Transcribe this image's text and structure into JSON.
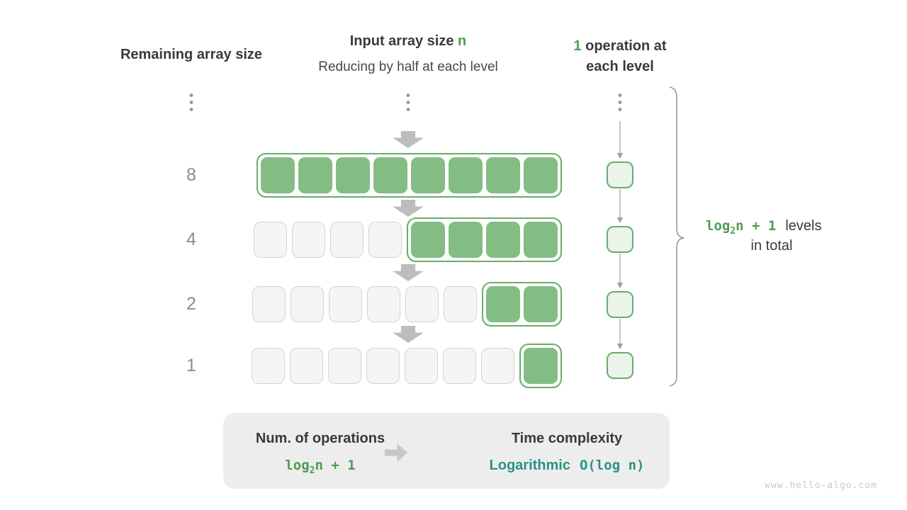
{
  "colors": {
    "green_text": "#4e9b52",
    "green_cell_fill": "#84bd84",
    "green_border": "#68ac6c",
    "green_box_fill": "#eaf4ea",
    "teal_text": "#2a9286",
    "gray_cell_fill": "#f5f5f5",
    "summary_bg": "#ededed"
  },
  "headers": {
    "left_title": "Remaining array size",
    "center_title_prefix": "Input array size ",
    "center_title_n": "n",
    "center_subtitle": "Reducing by half at each level",
    "right_title_num": "1",
    "right_title_line1_rest": " operation at",
    "right_title_line2": "each level"
  },
  "rows": [
    {
      "size_label": "8",
      "gray_cells": 0,
      "green_cells": 8
    },
    {
      "size_label": "4",
      "gray_cells": 4,
      "green_cells": 4
    },
    {
      "size_label": "2",
      "gray_cells": 6,
      "green_cells": 2
    },
    {
      "size_label": "1",
      "gray_cells": 7,
      "green_cells": 1
    }
  ],
  "operations_column": {
    "box_count": 4
  },
  "brace_annotation": {
    "formula_log": "log",
    "formula_sub": "2",
    "formula_rest": "n + 1",
    "label_line1": "levels",
    "label_line2": "in total"
  },
  "summary": {
    "left_title": "Num. of operations",
    "left_formula_log": "log",
    "left_formula_sub": "2",
    "left_formula_rest": "n + 1",
    "right_title": "Time complexity",
    "right_value_word": "Logarithmic",
    "right_value_bigo": "O(log n)"
  },
  "watermark": "www.hello-algo.com"
}
